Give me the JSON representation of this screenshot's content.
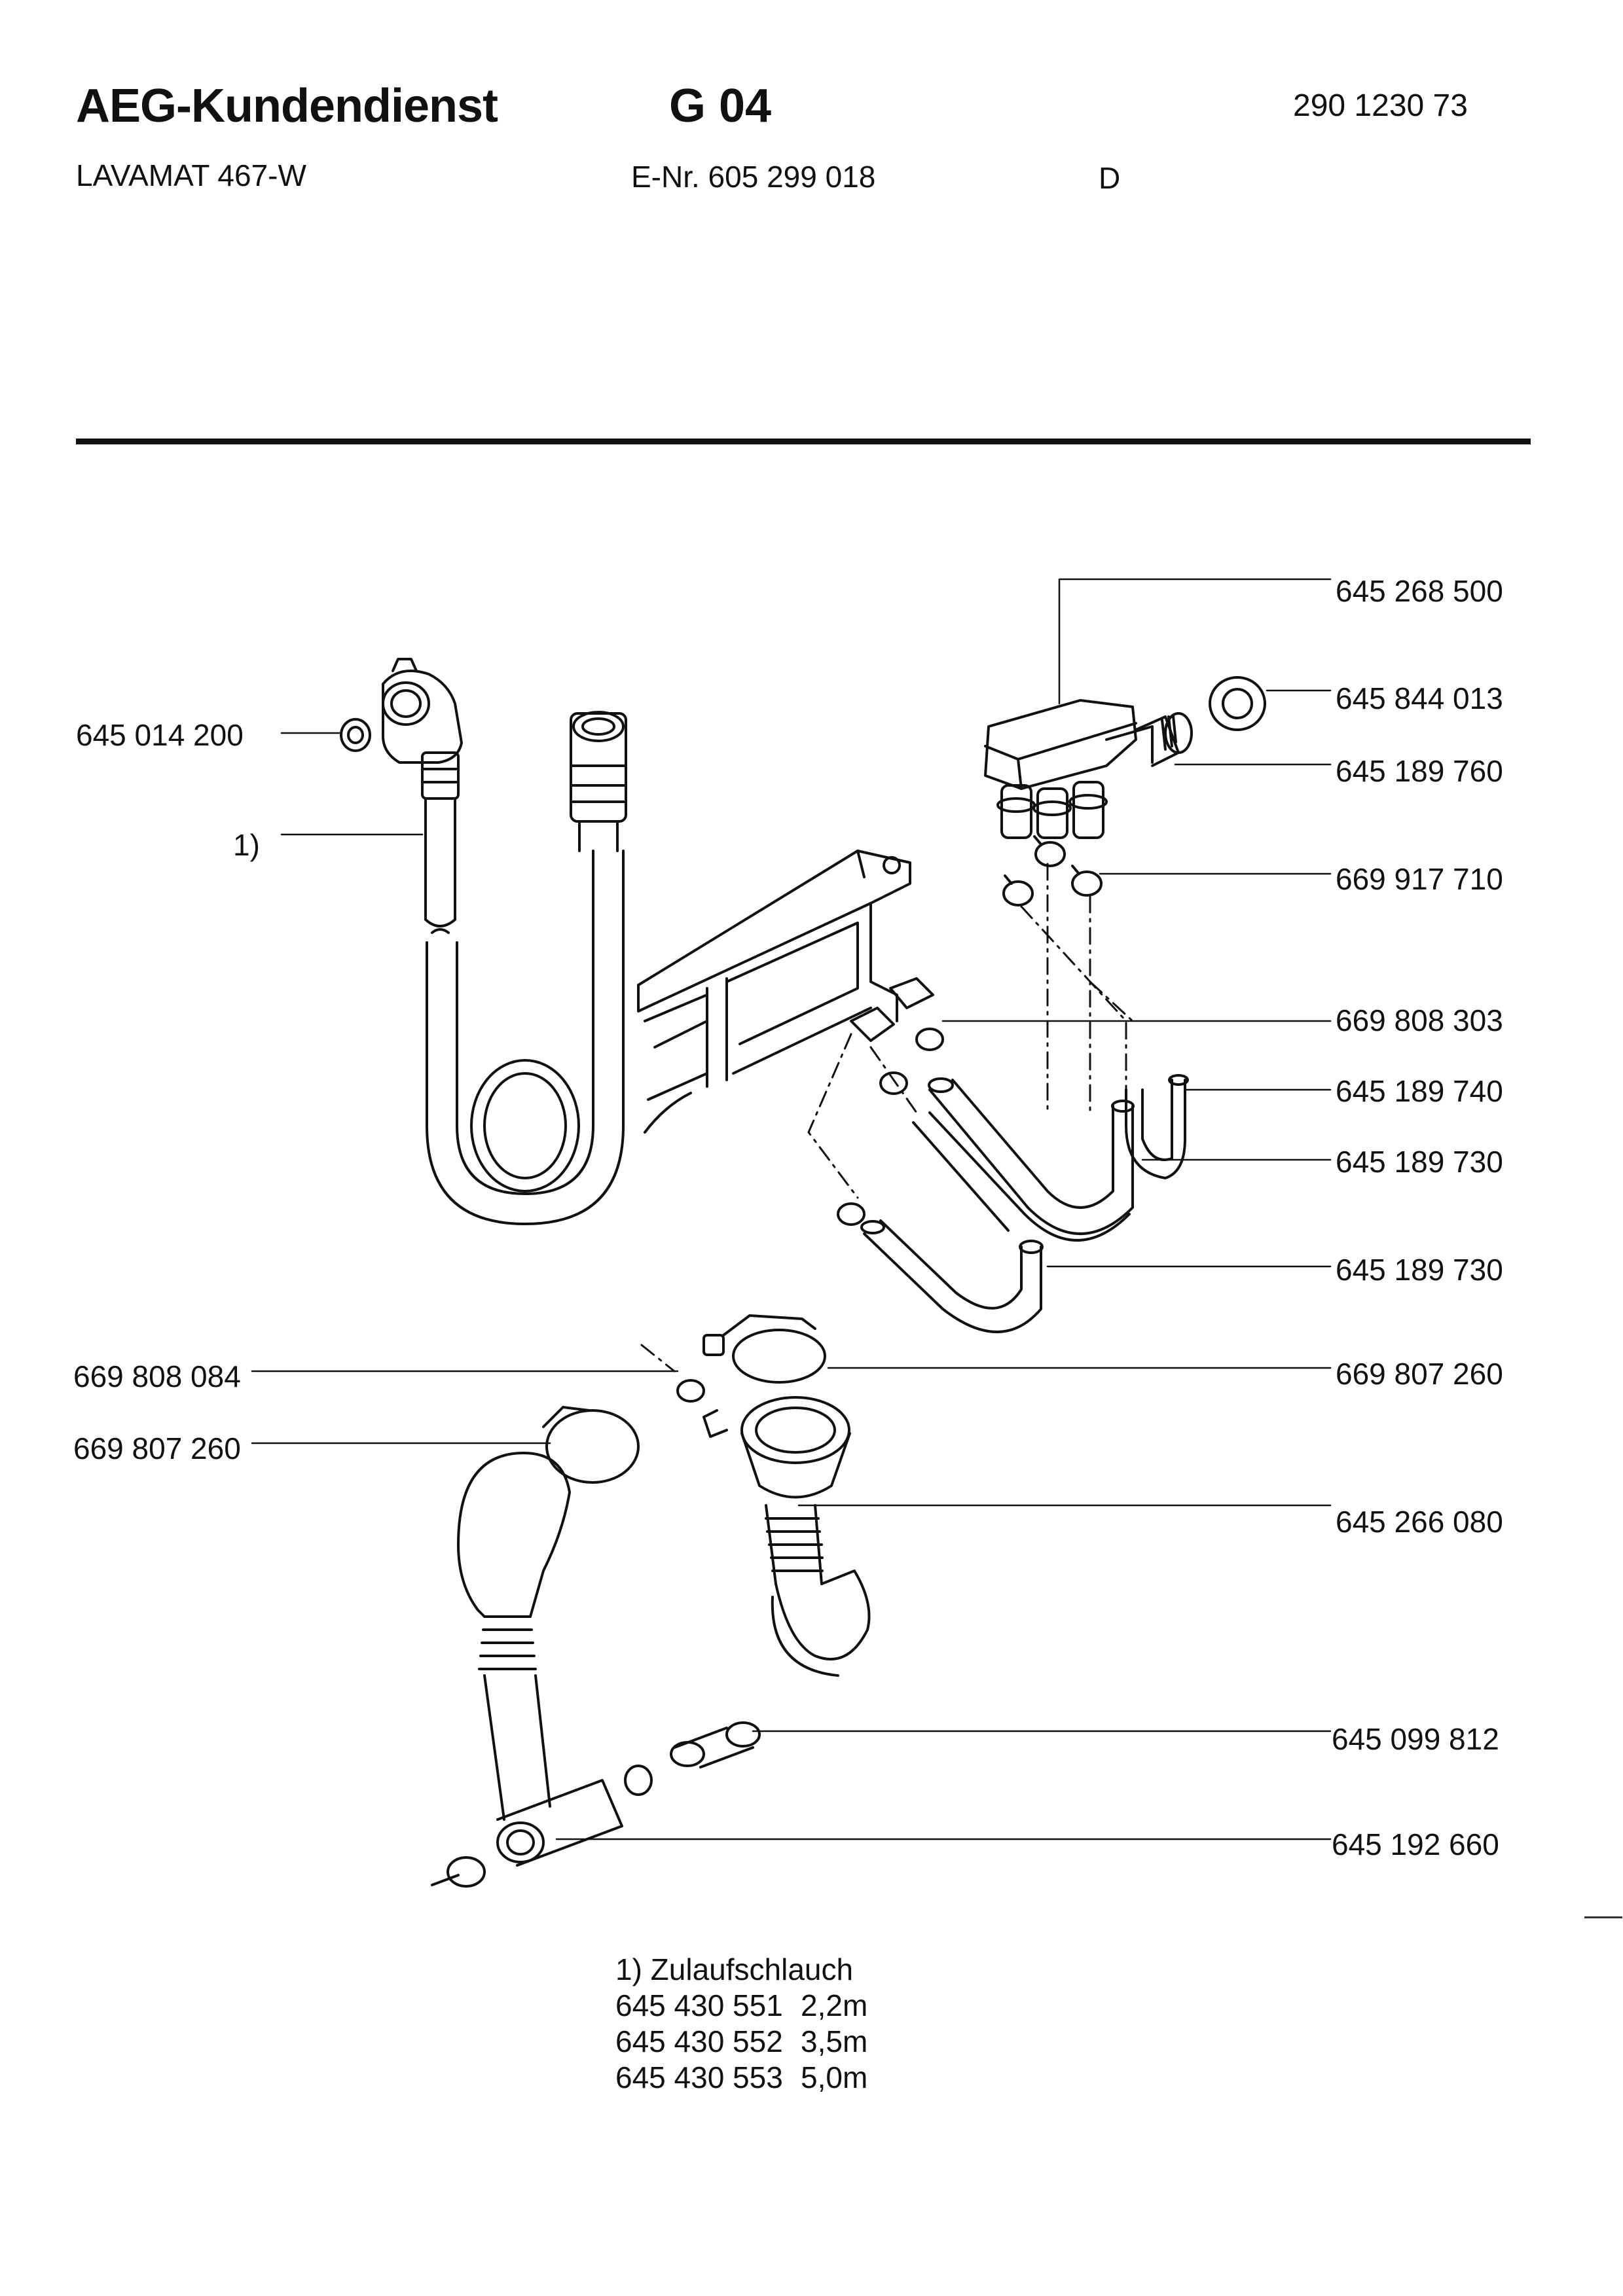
{
  "header": {
    "brand": "AEG-Kundendienst",
    "group": "G 04",
    "doc_number": "290 1230 73",
    "model": "LAVAMAT 467-W",
    "e_number": "E-Nr. 605 299 018",
    "language": "D"
  },
  "callouts": {
    "valve": "645 268 500",
    "valve_gasket": "645 844 013",
    "valve_inlet": "645 189 760",
    "hose_clamp_small": "669 917 710",
    "clamp_mid": "669 808 303",
    "hose_740": "645 189 740",
    "hose_730_a": "645 189 730",
    "hose_730_b": "645 189 730",
    "inlet_seal": "645 014 200",
    "inlet_hose_ref": "1)",
    "clamp_left": "669 808 084",
    "clamp_band_left": "669 807 260",
    "clamp_band_right": "669 807 260",
    "sump_hose": "645 266 080",
    "connector": "645 099 812",
    "tee_piece": "645 192 660"
  },
  "footnote": {
    "title": "1) Zulaufschlauch",
    "variants": [
      {
        "code": "645 430 551",
        "length": "2,2m"
      },
      {
        "code": "645 430 552",
        "length": "3,5m"
      },
      {
        "code": "645 430 553",
        "length": "5,0m"
      }
    ]
  }
}
